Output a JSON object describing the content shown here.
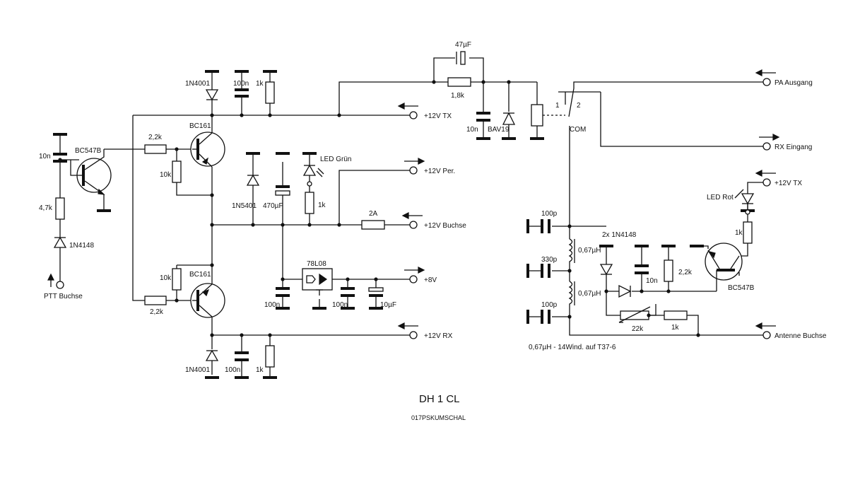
{
  "labels": {
    "pa_ausgang": "PA Ausgang",
    "rx_eingang": "RX Eingang",
    "p12v_tx_top": "+12V TX",
    "p12v_per": "+12V Per.",
    "p12v_buchse": "+12V Buchse",
    "p8v": "+8V",
    "p12v_rx": "+12V RX",
    "p12v_tx_right": "+12V TX",
    "antenne_buchse": "Antenne Buchse",
    "ptt_buchse": "PTT Buchse",
    "c_47u": "47µF",
    "r_1k8": "1,8k",
    "c_10n_relay": "10n",
    "d_bav19": "BAV19",
    "relay_pin1": "1",
    "relay_pin2": "2",
    "relay_com": "COM",
    "d_1n4001_top": "1N4001",
    "c_100n_top": "100n",
    "r_1k_top": "1k",
    "q_bc161_top": "BC161",
    "r_2k2_top": "2,2k",
    "r_10k_top": "10k",
    "q_bc547b_left": "BC547B",
    "c_10n_left": "10n",
    "r_4k7": "4,7k",
    "d_1n4148_left": "1N4148",
    "d_1n5401": "1N5401",
    "c_470u": "470µF",
    "led_gruen": "LED Grün",
    "r_1k_led": "1k",
    "f_2a": "2A",
    "reg_78l08": "78L08",
    "c_100n_a": "100n",
    "c_100n_b": "100n",
    "c_10u": "10µF",
    "r_10k_bottom": "10k",
    "q_bc161_bottom": "BC161",
    "r_2k2_bottom": "2,2k",
    "d_1n4001_bottom": "1N4001",
    "c_100n_bottom": "100n",
    "r_1k_bottom": "1k",
    "c_100p_top": "100p",
    "l_067_top": "0,67µH",
    "c_330p": "330p",
    "l_067_bottom": "0,67µH",
    "c_100p_bottom": "100p",
    "coil_note": "0,67µH - 14Wind. auf T37-6",
    "d_2x1n4148": "2x 1N4148",
    "c_10n_right": "10n",
    "r_2k2_right": "2,2k",
    "led_rot": "LED Rot",
    "r_1k_ledrot": "1k",
    "q_bc547b_right": "BC547B",
    "r_22k": "22k",
    "r_1k_right": "1k"
  },
  "title": "DH 1 CL",
  "subtitle": "017PSKUMSCHAL"
}
